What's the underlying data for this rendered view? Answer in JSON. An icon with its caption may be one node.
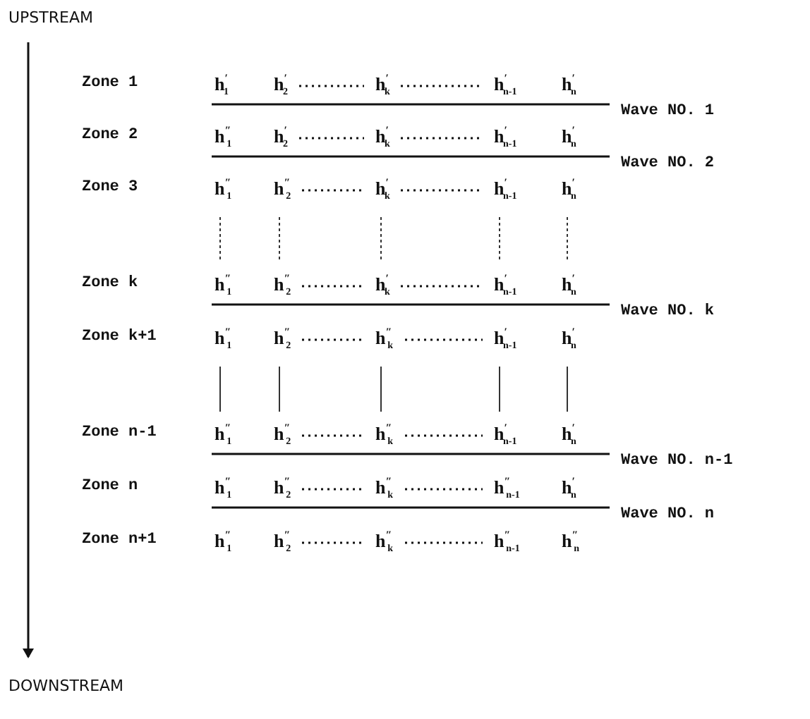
{
  "diagram": {
    "labels": [
      "UPSTREAM",
      "Zone 1",
      "h$^{′}$$_{1}$",
      "h$^{′}$$_{2}$",
      "h$^{′}$$_{k}$",
      "h$^{′}$$_{n-1}$",
      "h$^{′}$$_{n}$",
      "Wave NO. 1",
      "Zone 2",
      "h$^{″}$$_{1}$",
      "h$^{′}$$_{2}$",
      "h$^{′}$$_{k}$",
      "h$^{′}$$_{n-1}$",
      "h$^{′}$$_{n}$",
      "Wave NO. 2",
      "Zone 3",
      "h$^{″}$$_{1}$",
      "h$^{″}$$_{2}$",
      "h$^{′}$$_{k}$",
      "h$^{′}$$_{n-1}$",
      "h$^{′}$$_{n}$",
      "Zone k",
      "h$^{″}$$_{1}$",
      "h$^{″}$$_{2}$",
      "h$^{′}$$_{k}$",
      "h$^{′}$$_{n-1}$",
      "h$^{′}$$_{n}$",
      "Wave NO. k",
      "Zone k+1",
      "h$^{″}$$_{1}$",
      "h$^{″}$$_{2}$",
      "h$^{″}$$_{k}$",
      "h$^{′}$$_{n-1}$",
      "h$^{′}$$_{n}$",
      "Zone n-1",
      "h$^{″}$$_{1}$",
      "h$^{″}$$_{2}$",
      "h$^{″}$$_{k}$",
      "h$^{′}$$_{n-1}$",
      "h$^{′}$$_{n}$",
      "Wave NO. n-1",
      "Zone n",
      "h$^{″}$$_{1}$",
      "h$^{″}$$_{2}$",
      "h$^{″}$$_{k}$",
      "h$^{″}$$_{n-1}$",
      "h$^{′}$$_{n}$",
      "Wave NO. n",
      "Zone n+1",
      "h$^{″}$$_{1}$",
      "h$^{″}$$_{2}$",
      "h$^{″}$$_{k}$",
      "h$^{″}$$_{n-1}$",
      "h$^{″}$$_{n}$",
      "DOWNSTREAM"
    ]
  }
}
